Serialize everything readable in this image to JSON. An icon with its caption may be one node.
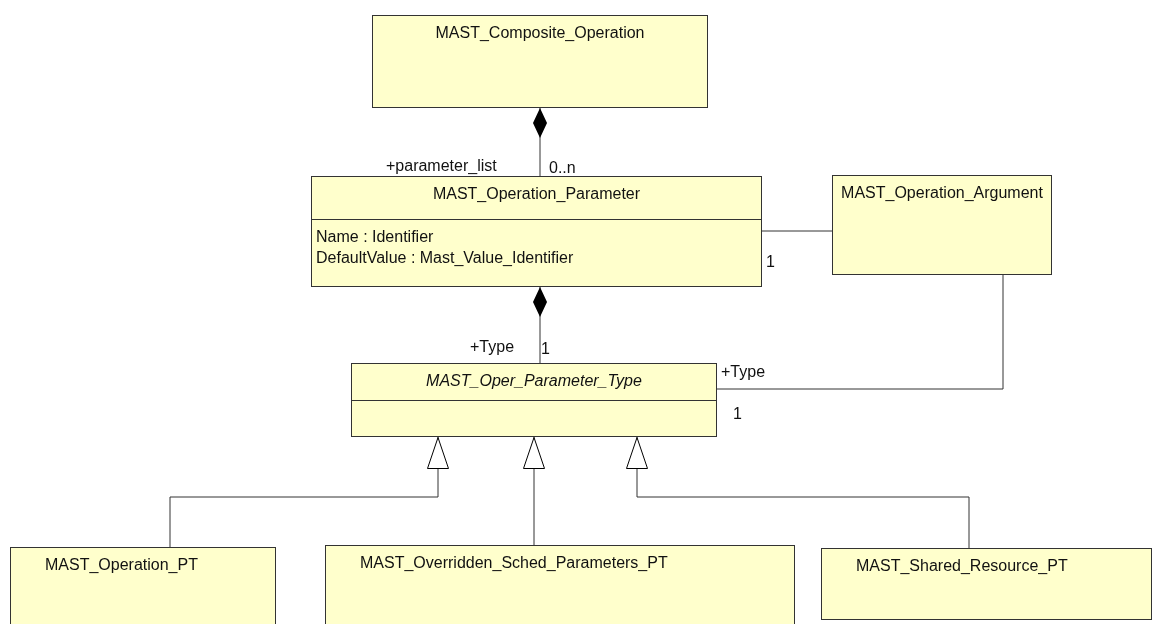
{
  "diagram": {
    "nodes": [
      {
        "text": [
          "MAST_Composite_Operation"
        ]
      },
      {
        "text": [
          "MAST_Operation_Parameter",
          "Name : Identifier",
          "DefaultValue : Mast_Value_Identifier"
        ]
      },
      {
        "text": [
          "MAST_Operation_Argument"
        ]
      },
      {
        "text": [
          "MAST_Oper_Parameter_Type"
        ]
      },
      {
        "text": [
          "MAST_Operation_PT"
        ]
      },
      {
        "text": [
          "MAST_Overridden_Sched_Parameters_PT"
        ]
      },
      {
        "text": [
          "MAST_Shared_Resource_PT"
        ]
      }
    ],
    "edges": [
      {
        "from": 1,
        "to": 0,
        "arrow": "other"
      },
      {
        "from": 3,
        "to": 1,
        "arrow": "other"
      },
      {
        "from": 1,
        "to": 2,
        "arrow": "none"
      },
      {
        "from": 3,
        "to": 2,
        "arrow": "none"
      },
      {
        "from": 4,
        "to": 3,
        "arrow": "to"
      },
      {
        "from": 5,
        "to": 3,
        "arrow": "to"
      },
      {
        "from": 6,
        "to": 3,
        "arrow": "to"
      }
    ],
    "labels": [
      "+parameter_list",
      "0..n",
      "1",
      "+Type",
      "1",
      "+Type",
      "1"
    ]
  }
}
